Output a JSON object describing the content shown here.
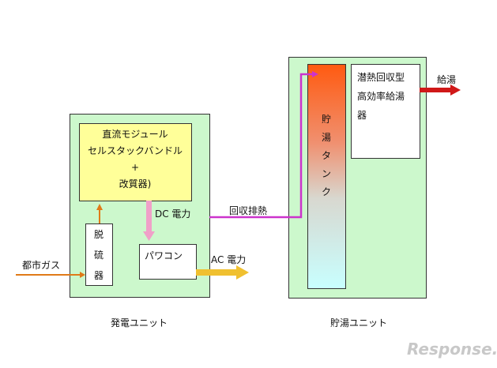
{
  "power_unit": {
    "label": "発電ユニット",
    "module_lines": [
      "直流モジュール",
      "セルスタックバンドル",
      "+",
      "改質器)"
    ],
    "desulfurizer_lines": [
      "脱",
      "硫",
      "器"
    ],
    "power_conditioner": "パワコン",
    "dc_label": "DC 電力",
    "ac_label": "AC 電力"
  },
  "storage_unit": {
    "label": "貯湯ユニット",
    "tank_lines": [
      "貯",
      "湯",
      "タ",
      "ン",
      "ク"
    ],
    "heater_lines": [
      "潜熱回収型",
      "高効率給湯",
      "器"
    ]
  },
  "flows": {
    "gas_input": "都市ガス",
    "recovered_heat": "回収排熱",
    "hot_water_supply": "給湯"
  },
  "watermark": "Response.",
  "colors": {
    "unit_bg": "#ccf8cc",
    "module_bg": "#ffff99",
    "gas": "#e07a18",
    "dc": "#f0a0c8",
    "ac": "#f0c030",
    "heat": "#cc33cc",
    "supply": "#d01818"
  }
}
